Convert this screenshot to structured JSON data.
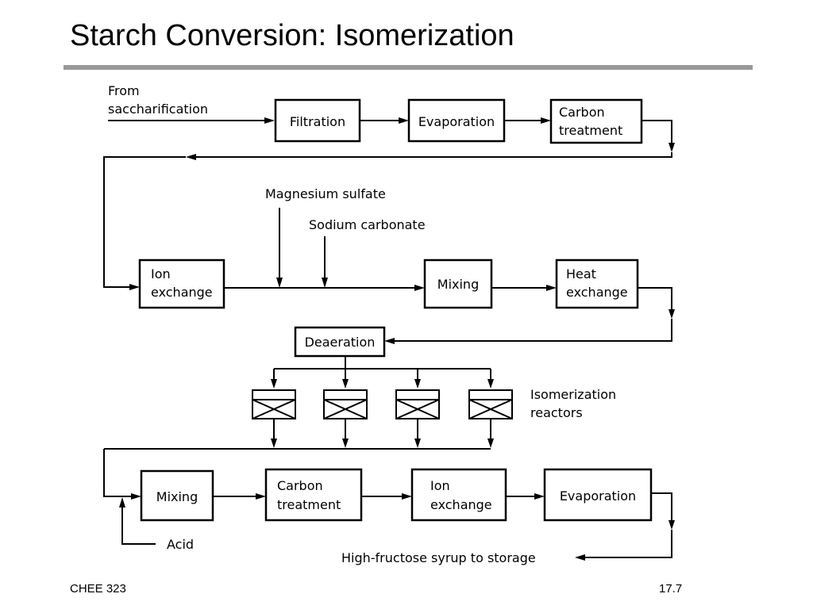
{
  "slide": {
    "title": "Starch Conversion: Isomerization",
    "footer_left": "CHEE 323",
    "footer_right": "17.7"
  },
  "diagram": {
    "labels": {
      "from": "From",
      "saccharification": "saccharification",
      "magnesium_sulfate": "Magnesium sulfate",
      "sodium_carbonate": "Sodium carbonate",
      "isomerization": "Isomerization",
      "reactors": "reactors",
      "acid": "Acid",
      "output": "High-fructose syrup to storage"
    },
    "boxes": {
      "filtration": [
        "Filtration"
      ],
      "evaporation_1": [
        "Evaporation"
      ],
      "carbon_treatment_1": [
        "Carbon",
        "treatment"
      ],
      "ion_exchange_1": [
        "Ion",
        "exchange"
      ],
      "mixing_1": [
        "Mixing"
      ],
      "heat_exchange": [
        "Heat",
        "exchange"
      ],
      "deaeration": [
        "Deaeration"
      ],
      "mixing_2": [
        "Mixing"
      ],
      "carbon_treatment_2": [
        "Carbon",
        "treatment"
      ],
      "ion_exchange_2": [
        "Ion",
        "exchange"
      ],
      "evaporation_2": [
        "Evaporation"
      ]
    }
  }
}
